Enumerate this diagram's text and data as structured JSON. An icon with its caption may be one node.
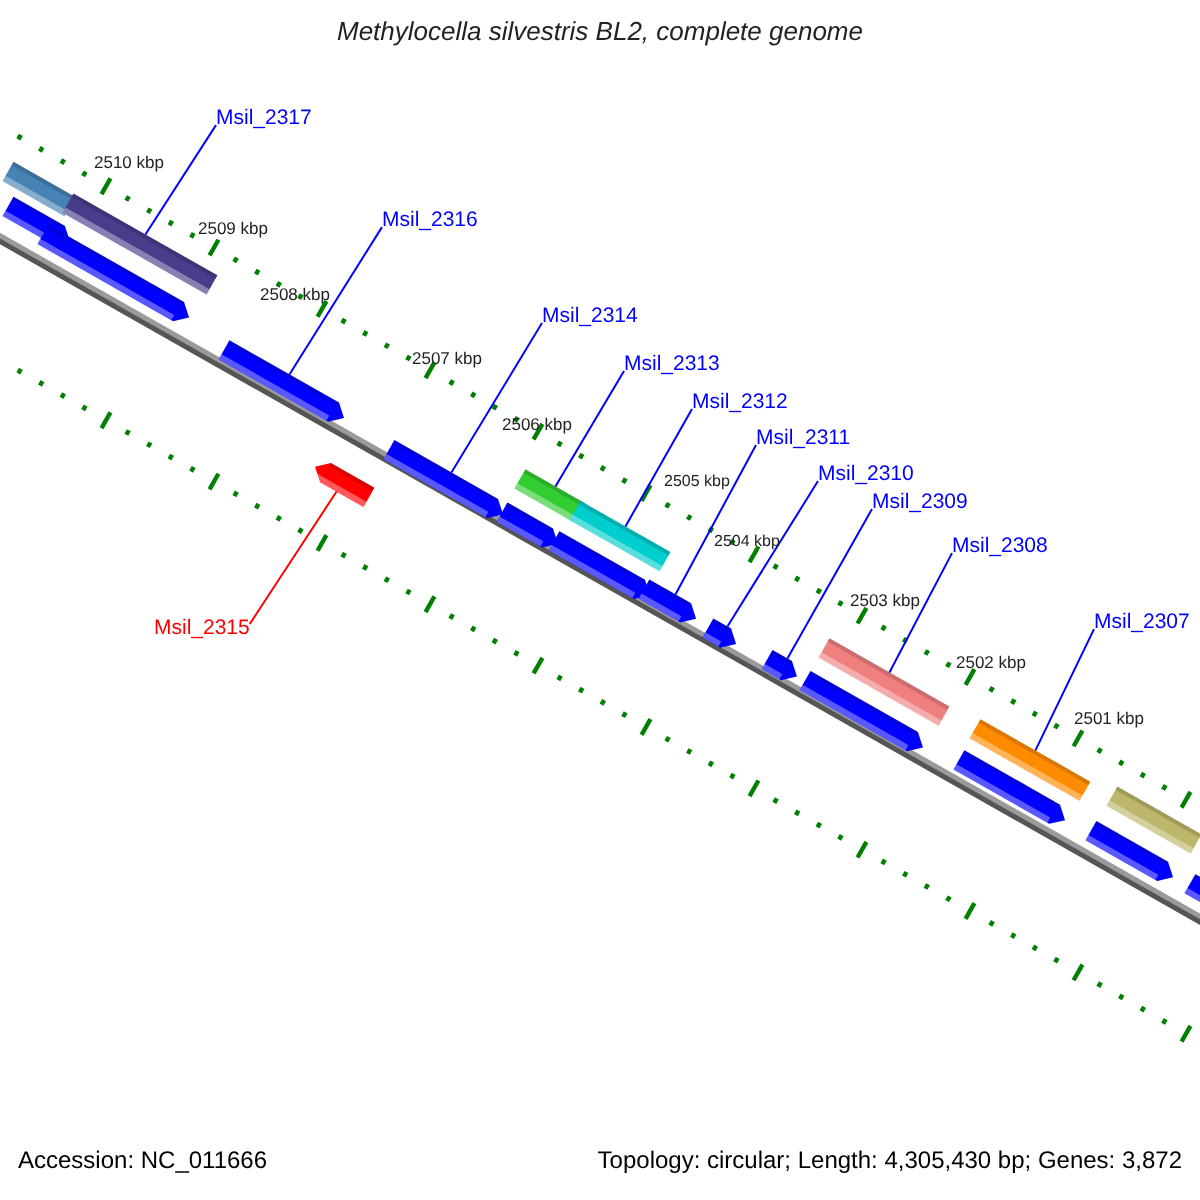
{
  "diagram": {
    "title": "Methylocella silvestris BL2, complete genome",
    "nodes": [
      {
        "text": [
          "Msil_2317"
        ]
      },
      {
        "text": [
          "Msil_2316"
        ]
      },
      {
        "text": [
          "Msil_2314"
        ]
      },
      {
        "text": [
          "Msil_2313"
        ]
      },
      {
        "text": [
          "Msil_2312"
        ]
      },
      {
        "text": [
          "Msil_2311"
        ]
      },
      {
        "text": [
          "Msil_2310"
        ]
      },
      {
        "text": [
          "Msil_2309"
        ]
      },
      {
        "text": [
          "Msil_2308"
        ]
      },
      {
        "text": [
          "Msil_2307"
        ]
      },
      {
        "text": [
          "Msil_2315"
        ]
      },
      {
        "text": [],
        "shape": "bar"
      },
      {
        "text": [],
        "shape": "bar"
      },
      {
        "text": [],
        "shape": "bar"
      },
      {
        "text": [],
        "shape": "bar"
      },
      {
        "text": [],
        "shape": "bar"
      },
      {
        "text": [],
        "shape": "bar"
      },
      {
        "text": [],
        "shape": "bar"
      },
      {
        "text": [],
        "shape": "bar"
      },
      {
        "text": [],
        "shape": "bar"
      },
      {
        "text": [],
        "shape": "bar"
      },
      {
        "text": [],
        "shape": "bar"
      },
      {
        "text": [],
        "shape": "bar"
      },
      {
        "text": [],
        "shape": "bar"
      },
      {
        "text": [],
        "shape": "bar"
      },
      {
        "text": [],
        "shape": "bar"
      },
      {
        "text": [],
        "shape": "bar"
      },
      {
        "text": [],
        "shape": "bar"
      },
      {
        "text": [],
        "shape": "bar"
      },
      {
        "text": [],
        "shape": "bar"
      },
      {
        "text": [],
        "shape": "bar"
      },
      {
        "text": [],
        "shape": "bar"
      }
    ],
    "edges": [
      {
        "from": 0,
        "to": 14,
        "arrow": "none"
      },
      {
        "from": 1,
        "to": 15,
        "arrow": "none"
      },
      {
        "from": 2,
        "to": 17,
        "arrow": "none"
      },
      {
        "from": 3,
        "to": 19,
        "arrow": "none"
      },
      {
        "from": 4,
        "to": 21,
        "arrow": "none"
      },
      {
        "from": 5,
        "to": 22,
        "arrow": "none"
      },
      {
        "from": 6,
        "to": 23,
        "arrow": "none"
      },
      {
        "from": 7,
        "to": 24,
        "arrow": "none"
      },
      {
        "from": 8,
        "to": 26,
        "arrow": "none"
      },
      {
        "from": 9,
        "to": 28,
        "arrow": "none"
      },
      {
        "from": 10,
        "to": 16,
        "arrow": "none",
        "color": "#ff0000"
      }
    ],
    "labels": [
      "2510 kbp",
      "2509 kbp",
      "2508 kbp",
      "2507 kbp",
      "2506 kbp",
      "2505 kbp",
      "2504 kbp",
      "2503 kbp",
      "2502 kbp",
      "2501 kbp",
      "Accession: NC_011666",
      "Topology: circular; Length: 4,305,430 bp; Genes: 3,872"
    ]
  }
}
